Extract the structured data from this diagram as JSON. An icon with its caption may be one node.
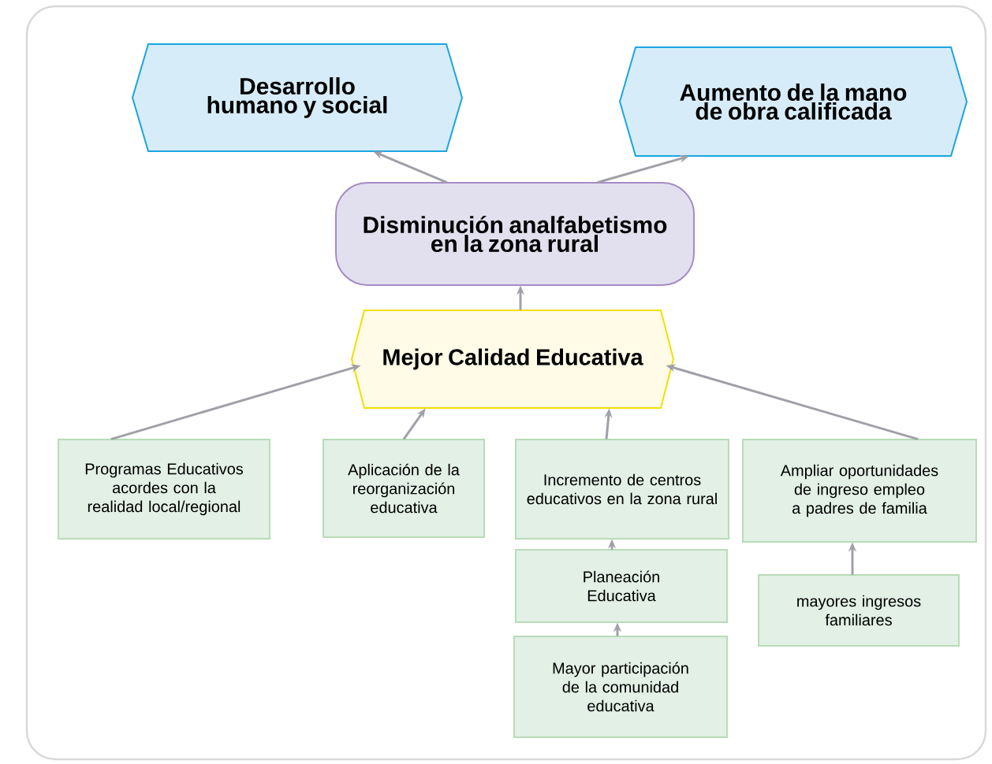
{
  "diagram": {
    "nodes": [
      {
        "text": [
          "Desarrollo humano y social"
        ]
      },
      {
        "text": [
          "Aumento de la mano de obra calificada"
        ]
      },
      {
        "text": [
          "Disminución analfabetismo en la zona rural"
        ]
      },
      {
        "text": [
          "Mejor Calidad Educativa"
        ]
      },
      {
        "text": [
          "Programas Educativos acordes con la realidad local/regional"
        ]
      },
      {
        "text": [
          "Aplicación de la reorganización educativa"
        ]
      },
      {
        "text": [
          "Incremento de centros educativos en la zona rural"
        ]
      },
      {
        "text": [
          "Ampliar oportunidades de ingreso empleo a padres de familia"
        ]
      },
      {
        "text": [
          "Planeación Educativa"
        ]
      },
      {
        "text": [
          "Mayor participación de la comunidad educativa"
        ]
      },
      {
        "text": [
          "mayores ingresos familiares"
        ]
      }
    ],
    "edges": [
      {
        "from": 2,
        "to": 0,
        "arrow": "to"
      },
      {
        "from": 2,
        "to": 1,
        "arrow": "to"
      },
      {
        "from": 3,
        "to": 2,
        "arrow": "to"
      },
      {
        "from": 4,
        "to": 3,
        "arrow": "to"
      },
      {
        "from": 5,
        "to": 3,
        "arrow": "to"
      },
      {
        "from": 6,
        "to": 3,
        "arrow": "to"
      },
      {
        "from": 7,
        "to": 3,
        "arrow": "to"
      },
      {
        "from": 8,
        "to": 6,
        "arrow": "to"
      },
      {
        "from": 9,
        "to": 8,
        "arrow": "to"
      },
      {
        "from": 10,
        "to": 7,
        "arrow": "to"
      }
    ]
  }
}
